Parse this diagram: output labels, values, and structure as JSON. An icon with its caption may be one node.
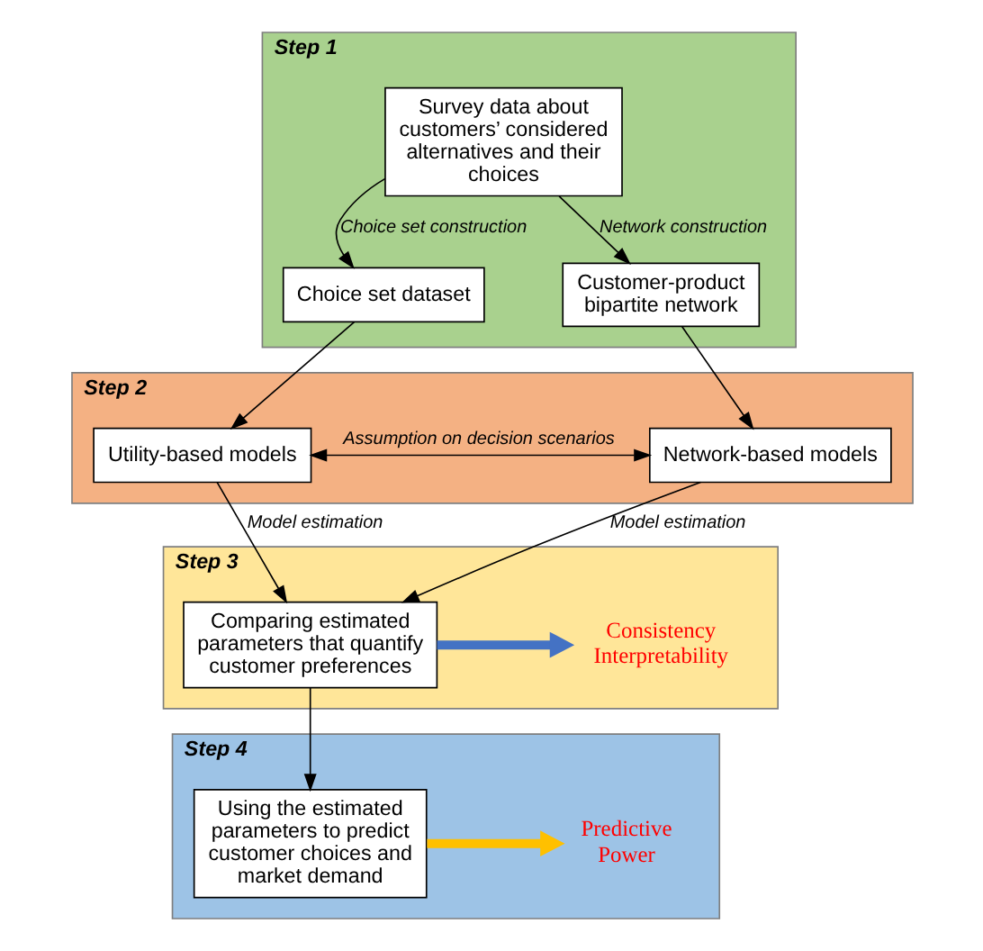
{
  "diagram": {
    "nodes": [
      {
        "text": [
          "Step 1"
        ]
      },
      {
        "text": [
          "Survey data about customers’ considered alternatives and their choices"
        ],
        "in": 0
      },
      {
        "text": [
          "Choice set dataset"
        ],
        "in": 0
      },
      {
        "text": [
          "Customer-product bipartite network"
        ],
        "in": 0
      },
      {
        "text": [
          "Step 2"
        ]
      },
      {
        "text": [
          "Utility-based models"
        ],
        "in": 4
      },
      {
        "text": [
          "Network-based models"
        ],
        "in": 4
      },
      {
        "text": [
          "Step 3"
        ]
      },
      {
        "text": [
          "Comparing estimated parameters that quantify customer preferences"
        ],
        "in": 7
      },
      {
        "text": [
          "Consistency Interpretability"
        ],
        "in": 7
      },
      {
        "text": [
          "Step 4"
        ]
      },
      {
        "text": [
          "Using the estimated parameters to predict customer choices and market demand"
        ],
        "in": 10
      },
      {
        "text": [
          "Predictive Power"
        ],
        "in": 10
      }
    ],
    "edges": [
      {
        "from": 1,
        "to": 2,
        "arrow": "to",
        "label": "Choice set construction"
      },
      {
        "from": 1,
        "to": 3,
        "arrow": "to",
        "label": "Network construction"
      },
      {
        "from": 2,
        "to": 5,
        "arrow": "to"
      },
      {
        "from": 3,
        "to": 6,
        "arrow": "to"
      },
      {
        "from": 5,
        "to": 6,
        "arrow": "both",
        "label": "Assumption on decision scenarios"
      },
      {
        "from": 5,
        "to": 8,
        "arrow": "to",
        "label": "Model estimation"
      },
      {
        "from": 6,
        "to": 8,
        "arrow": "to",
        "label": "Model estimation"
      },
      {
        "from": 8,
        "to": 11,
        "arrow": "to"
      },
      {
        "from": 8,
        "to": 9,
        "arrow": "to",
        "style": "thick",
        "color": "#4472c4"
      },
      {
        "from": 11,
        "to": 12,
        "arrow": "to",
        "style": "thick",
        "color": "#ffc000"
      }
    ]
  }
}
